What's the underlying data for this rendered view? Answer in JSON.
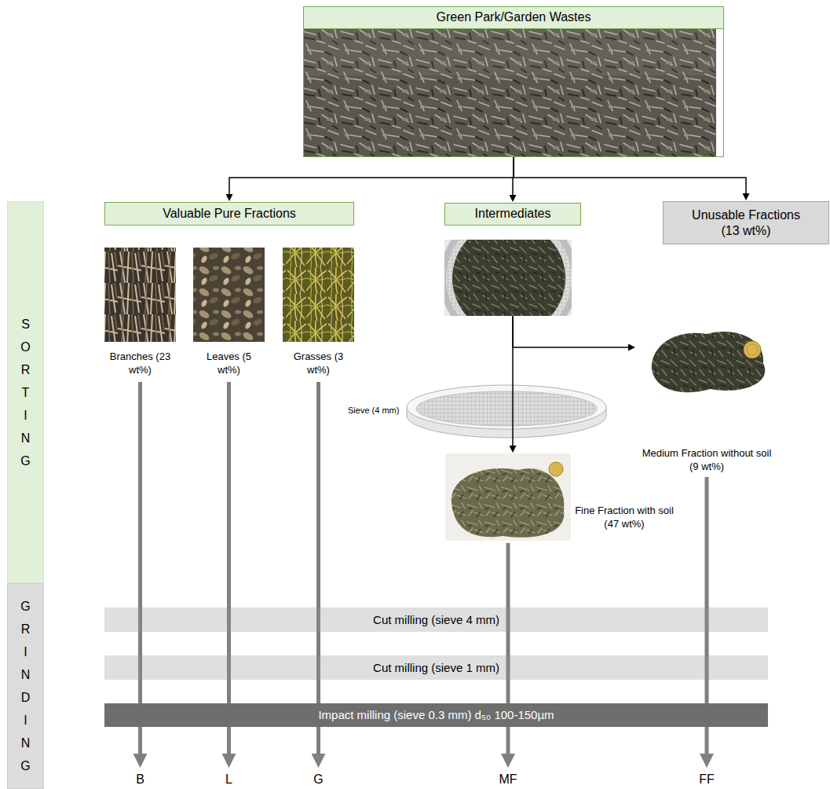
{
  "diagram": {
    "nodes": [
      {
        "text": [
          "Green Park/Garden Wastes"
        ]
      },
      {
        "text": [
          "SORTING"
        ]
      },
      {
        "text": [
          "Valuable Pure Fractions"
        ]
      },
      {
        "text": [
          "Intermediates"
        ]
      },
      {
        "text": [
          "Unusable Fractions (13 wt%)"
        ]
      },
      {
        "text": [
          "Branches (23 wt%)"
        ]
      },
      {
        "text": [
          "Leaves (5 wt%)"
        ]
      },
      {
        "text": [
          "Grasses (3 wt%)"
        ]
      },
      {
        "text": [
          "Medium Fraction without soil (9 wt%)"
        ]
      },
      {
        "text": [
          "Fine Fraction with soil (47 wt%)"
        ]
      },
      {
        "text": [
          "GRINDING"
        ]
      },
      {
        "text": [
          "Cut milling (sieve 4 mm)"
        ]
      },
      {
        "text": [
          "Cut milling (sieve 1 mm)"
        ]
      },
      {
        "text": [
          "Impact milling (sieve 0.3 mm) d₅₀ 100-150µm"
        ]
      },
      {
        "text": [
          "B"
        ]
      },
      {
        "text": [
          "L"
        ]
      },
      {
        "text": [
          "G"
        ]
      },
      {
        "text": [
          "MF"
        ]
      },
      {
        "text": [
          "FF"
        ]
      }
    ],
    "edges": [
      {
        "from": 0,
        "to": 2,
        "arrow": "to"
      },
      {
        "from": 0,
        "to": 3,
        "arrow": "to"
      },
      {
        "from": 0,
        "to": 4,
        "arrow": "to"
      },
      {
        "from": 3,
        "to": 8,
        "arrow": "to"
      },
      {
        "from": 3,
        "to": 9,
        "arrow": "to"
      },
      {
        "from": 5,
        "to": 14,
        "arrow": "to"
      },
      {
        "from": 6,
        "to": 15,
        "arrow": "to"
      },
      {
        "from": 7,
        "to": 16,
        "arrow": "to"
      },
      {
        "from": 9,
        "to": 17,
        "arrow": "to"
      },
      {
        "from": 8,
        "to": 18,
        "arrow": "to"
      }
    ],
    "labels": [
      "Sieve (4 mm)"
    ]
  }
}
